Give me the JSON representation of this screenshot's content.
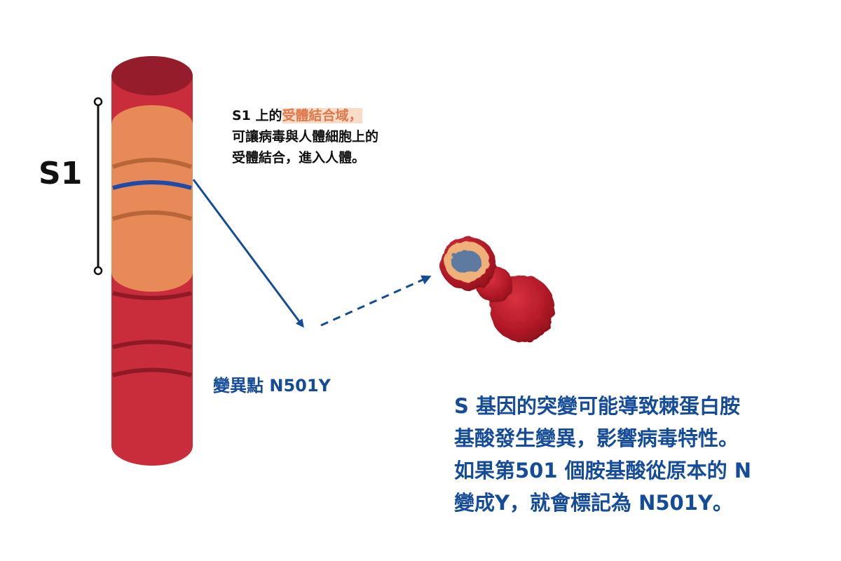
{
  "colors": {
    "accent_blue": "#154c9a",
    "cylinder_red": "#c92d3c",
    "cylinder_dark": "#8e1a26",
    "s1_orange": "#e9925a",
    "highlight_bg": "#f8dcc8",
    "highlight_text": "#e0784a",
    "text_dark": "#111111"
  },
  "labels": {
    "s1": "S1",
    "callout_prefix": "S1 上的",
    "callout_highlight": "受體結合域，",
    "callout_line2": "可讓病毒與人體細胞上的",
    "callout_line3": "受體結合，進入人體。",
    "mutation_point": "變異點 N501Y",
    "explanation_lines": [
      "S 基因的突變可能導致棘蛋白胺",
      "基酸發生變異，影響病毒特性。",
      "如果第501 個胺基酸從原本的 N",
      "變成Y，就會標記為 N501Y。"
    ]
  },
  "icons": {
    "protein": "spike-protein-blob-icon"
  }
}
